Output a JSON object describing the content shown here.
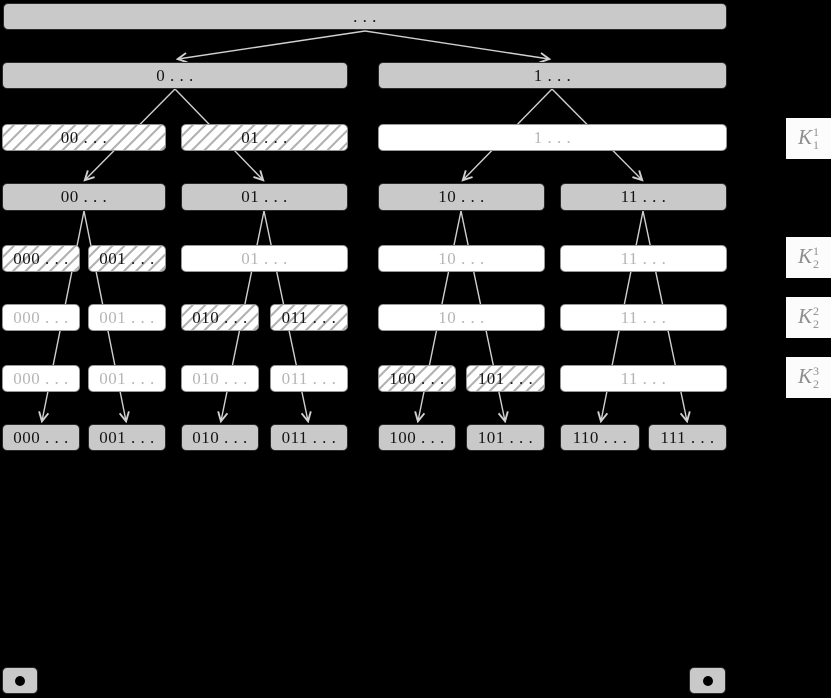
{
  "tree": {
    "rows": [
      {
        "boxes": [
          {
            "label": ". . .",
            "style": "gray"
          }
        ]
      },
      {
        "boxes": [
          {
            "label": "0 . . .",
            "style": "gray"
          },
          {
            "label": "1 . . .",
            "style": "gray"
          }
        ]
      },
      {
        "boxes": [
          {
            "label": "00 . . .",
            "style": "hatch"
          },
          {
            "label": "01 . . .",
            "style": "hatch"
          },
          {
            "label": "1 . . .",
            "style": "white"
          }
        ]
      },
      {
        "boxes": [
          {
            "label": "00 . . .",
            "style": "gray"
          },
          {
            "label": "01 . . .",
            "style": "gray"
          },
          {
            "label": "10 . . .",
            "style": "gray"
          },
          {
            "label": "11 . . .",
            "style": "gray"
          }
        ]
      },
      {
        "boxes": [
          {
            "label": "000 . . .",
            "style": "hatch"
          },
          {
            "label": "001 . . .",
            "style": "hatch"
          },
          {
            "label": "01 . . .",
            "style": "white"
          },
          {
            "label": "10 . . .",
            "style": "white"
          },
          {
            "label": "11 . . .",
            "style": "white"
          }
        ]
      },
      {
        "boxes": [
          {
            "label": "000 . . .",
            "style": "white"
          },
          {
            "label": "001 . . .",
            "style": "white"
          },
          {
            "label": "010 . . .",
            "style": "hatch"
          },
          {
            "label": "011 . . .",
            "style": "hatch"
          },
          {
            "label": "10 . . .",
            "style": "white"
          },
          {
            "label": "11 . . .",
            "style": "white"
          }
        ]
      },
      {
        "boxes": [
          {
            "label": "000 . . .",
            "style": "white"
          },
          {
            "label": "001 . . .",
            "style": "white"
          },
          {
            "label": "010 . . .",
            "style": "white"
          },
          {
            "label": "011 . . .",
            "style": "white"
          },
          {
            "label": "100 . . .",
            "style": "hatch"
          },
          {
            "label": "101 . . .",
            "style": "hatch"
          },
          {
            "label": "11 . . .",
            "style": "white"
          }
        ]
      },
      {
        "boxes": [
          {
            "label": "000 . . .",
            "style": "gray"
          },
          {
            "label": "001 . . .",
            "style": "gray"
          },
          {
            "label": "010 . . .",
            "style": "gray"
          },
          {
            "label": "011 . . .",
            "style": "gray"
          },
          {
            "label": "100 . . .",
            "style": "gray"
          },
          {
            "label": "101 . . .",
            "style": "gray"
          },
          {
            "label": "110 . . .",
            "style": "gray"
          },
          {
            "label": "111 . . .",
            "style": "gray"
          }
        ]
      }
    ]
  },
  "side_labels": [
    {
      "base": "K",
      "sup": "1",
      "sub": "1"
    },
    {
      "base": "K",
      "sup": "1",
      "sub": "2"
    },
    {
      "base": "K",
      "sup": "2",
      "sub": "2"
    },
    {
      "base": "K",
      "sup": "3",
      "sub": "2"
    }
  ],
  "legend": {
    "swatches": [
      {
        "icon": "dot"
      },
      {
        "icon": "dot"
      }
    ]
  },
  "colors": {
    "background": "#000000",
    "box_gray": "#c9c9c9",
    "box_white": "#ffffff",
    "hatch_stripe": "#b3b3b3",
    "edge": "#d0d0d0",
    "muted_text": "#b5b5b5",
    "dark_text": "#141414",
    "label_text": "#8f8f8f"
  }
}
